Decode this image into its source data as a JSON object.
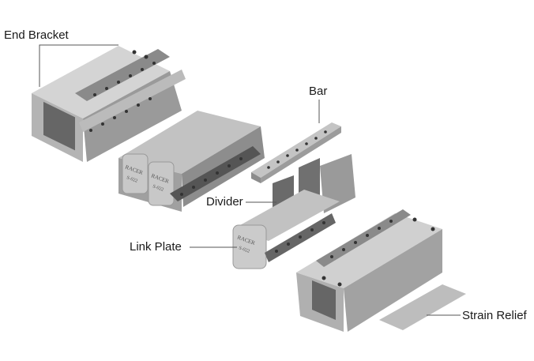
{
  "labels": {
    "end_bracket": "End Bracket",
    "bar": "Bar",
    "divider": "Divider",
    "link_plate": "Link Plate",
    "strain_relief": "Strain Relief"
  },
  "part_marking": {
    "brand": "RACER",
    "code": "S-022"
  },
  "colors": {
    "part_light": "#c9c9c9",
    "part_mid": "#a8a8a8",
    "part_dark": "#7d7d7d",
    "leader": "#555555"
  }
}
